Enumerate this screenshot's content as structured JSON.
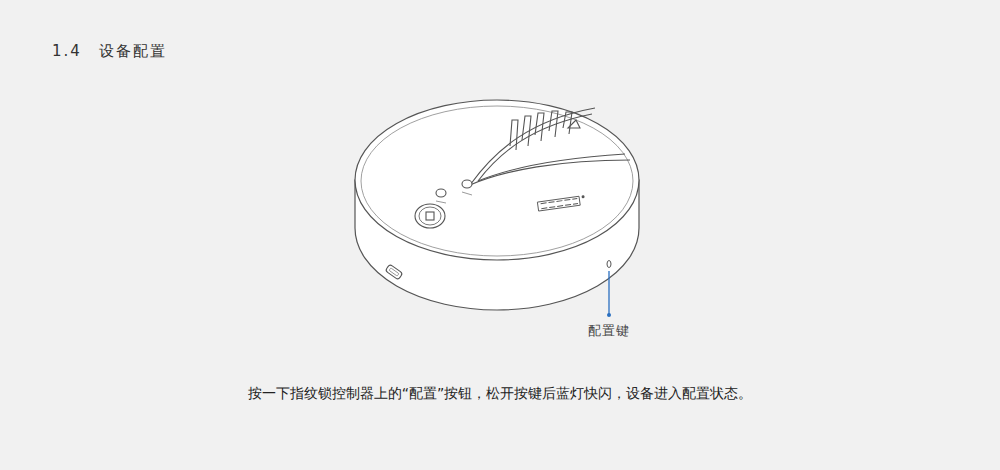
{
  "diagram": {
    "title": "1.4　设备配置",
    "caption": "按一下指纹锁控制器上的“配置”按钮，松开按键后蓝灯快闪，设备进入配置状态。",
    "labels": [
      "配置键"
    ]
  }
}
